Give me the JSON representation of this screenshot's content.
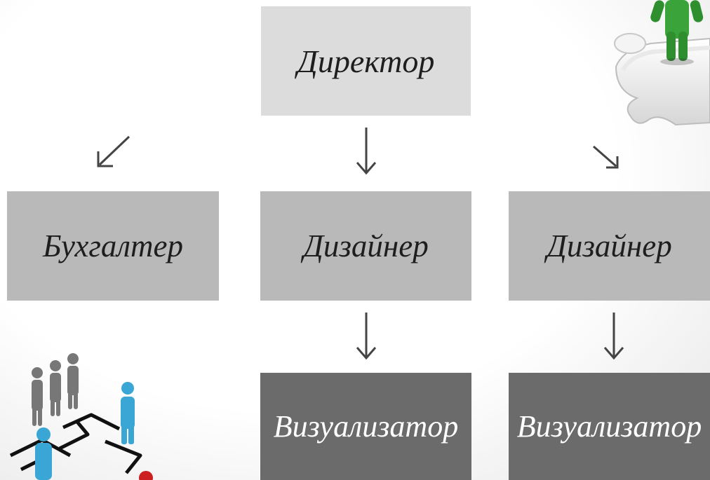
{
  "diagram": {
    "nodes": {
      "director": {
        "label": "Директор",
        "fill": "#dcdcdc",
        "text_color": "#1e1e1e"
      },
      "accountant": {
        "label": "Бухгалтер",
        "fill": "#b9b9b9",
        "text_color": "#1e1e1e"
      },
      "designer_1": {
        "label": "Дизайнер",
        "fill": "#b9b9b9",
        "text_color": "#1e1e1e"
      },
      "designer_2": {
        "label": "Дизайнер",
        "fill": "#b9b9b9",
        "text_color": "#1e1e1e"
      },
      "visualizer_1": {
        "label": "Визуализатор",
        "fill": "#6b6b6b",
        "text_color": "#ffffff"
      },
      "visualizer_2": {
        "label": "Визуализатор",
        "fill": "#6b6b6b",
        "text_color": "#ffffff"
      }
    },
    "edges": [
      {
        "from": "director",
        "to": "accountant"
      },
      {
        "from": "director",
        "to": "designer_1"
      },
      {
        "from": "director",
        "to": "designer_2"
      },
      {
        "from": "designer_1",
        "to": "visualizer_1"
      },
      {
        "from": "designer_2",
        "to": "visualizer_2"
      }
    ],
    "arrow_color": "#444444",
    "decorations": {
      "top_right": "puzzle-person-icon",
      "bottom_left": "team-org-chart-icon"
    }
  }
}
